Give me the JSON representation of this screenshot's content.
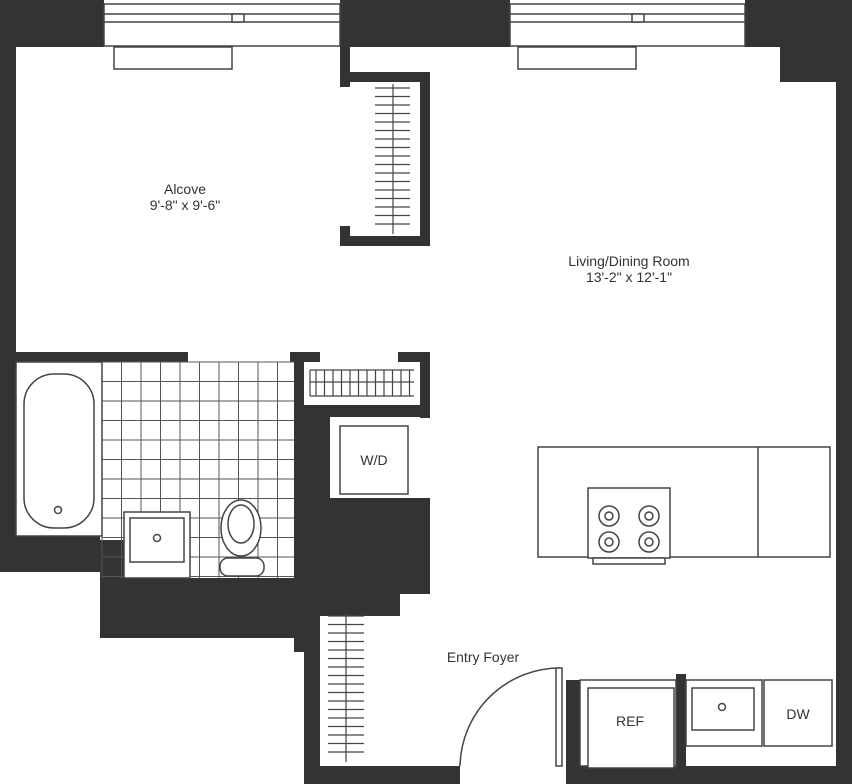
{
  "colors": {
    "wall": "#333333",
    "line": "#444444",
    "background": "#ffffff"
  },
  "rooms": {
    "alcove": {
      "name": "Alcove",
      "dims": "9'-8\" x 9'-6\""
    },
    "living": {
      "name": "Living/Dining Room",
      "dims": "13'-2\" x 12'-1\""
    },
    "foyer": {
      "name": "Entry Foyer"
    }
  },
  "fixtures": {
    "washer_dryer": "W/D",
    "refrigerator": "REF",
    "dishwasher": "DW"
  }
}
